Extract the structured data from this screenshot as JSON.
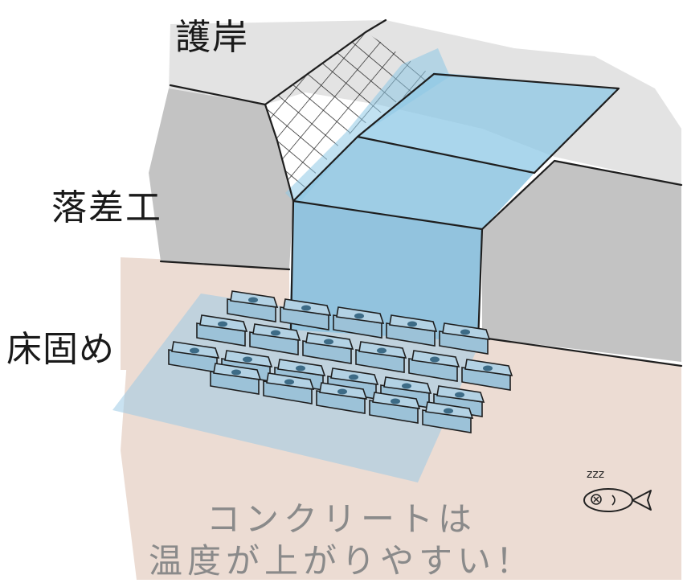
{
  "labels": {
    "revetment": "護岸",
    "drop_structure": "落差工",
    "bed_protection": "床固め"
  },
  "caption": {
    "line1": "コンクリートは",
    "line2": "温度が上がりやすい！"
  },
  "fish": {
    "sleep_mark": "zzz"
  },
  "colors": {
    "bank_top": "#e3e3e3",
    "wall": "#c3c3c3",
    "riverbed": "#ecdcd3",
    "water": "#8ec8e6",
    "block": "#b3d2e4",
    "outline": "#1e1e1e"
  }
}
